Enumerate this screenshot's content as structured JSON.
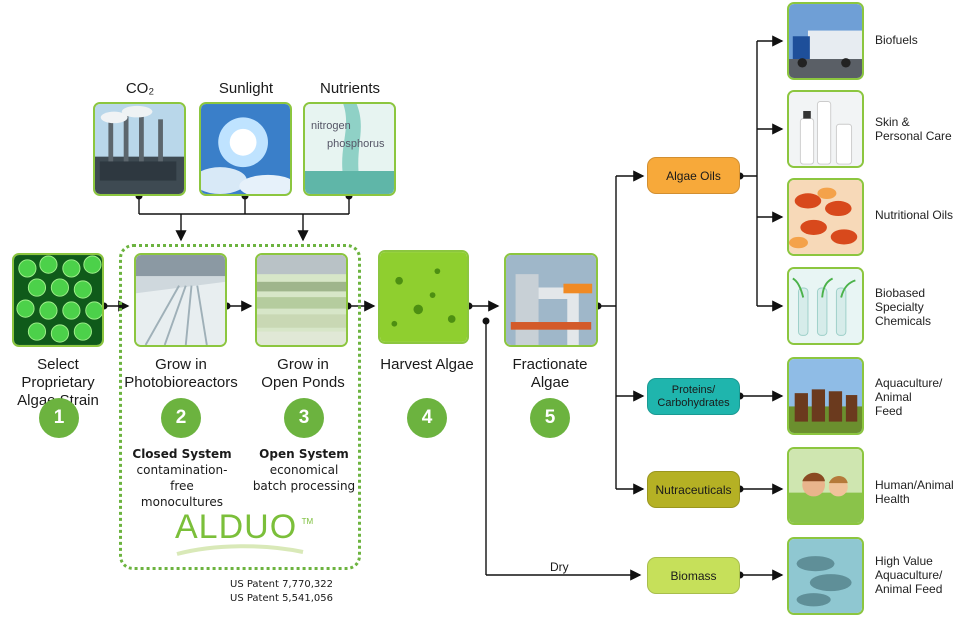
{
  "inputs": {
    "co2": "CO₂",
    "sunlight": "Sunlight",
    "nutrients": "Nutrients",
    "nutrient_overlay_1": "nitrogen",
    "nutrient_overlay_2": "phosphorus"
  },
  "steps": [
    {
      "line1": "Select Proprietary",
      "line2": "Algae Strain",
      "number": "1"
    },
    {
      "line1": "Grow in",
      "line2": "Photobioreactors",
      "number": "2"
    },
    {
      "line1": "Grow in",
      "line2": "Open Ponds",
      "number": "3"
    },
    {
      "line1": "Harvest Algae",
      "line2": "",
      "number": "4"
    },
    {
      "line1": "Fractionate",
      "line2": "Algae",
      "number": "5"
    }
  ],
  "systems": {
    "closed_title": "Closed System",
    "closed_line1": "contamination-free",
    "closed_line2": "monocultures",
    "open_title": "Open System",
    "open_line1": "economical",
    "open_line2": "batch processing"
  },
  "brand": {
    "name": "ALDUO",
    "tm": "TM"
  },
  "patents": {
    "line1": "US Patent 7,770,322",
    "line2": "US Patent 5,541,056"
  },
  "products": {
    "algae_oils": "Algae Oils",
    "proteins_line1": "Proteins/",
    "proteins_line2": "Carbohydrates",
    "nutraceuticals": "Nutraceuticals",
    "biomass": "Biomass",
    "dry": "Dry"
  },
  "outputs": {
    "biofuels": "Biofuels",
    "skin_line1": "Skin &",
    "skin_line2": "Personal Care",
    "nutritional_oils": "Nutritional Oils",
    "biobased_line1": "Biobased",
    "biobased_line2": "Specialty",
    "biobased_line3": "Chemicals",
    "aqua_line1": "Aquaculture/",
    "aqua_line2": "Animal",
    "aqua_line3": "Feed",
    "human_line1": "Human/Animal",
    "human_line2": "Health",
    "hv_line1": "High Value",
    "hv_line2": "Aquaculture/",
    "hv_line3": "Animal Feed"
  },
  "colors": {
    "green_border": "#8cc63f",
    "step_circle": "#6cb33f",
    "algae_oils_pill": "#f7a93a",
    "proteins_pill": "#1fb5ad",
    "nutraceuticals_pill": "#b5b124",
    "biomass_pill": "#c6e05a"
  }
}
